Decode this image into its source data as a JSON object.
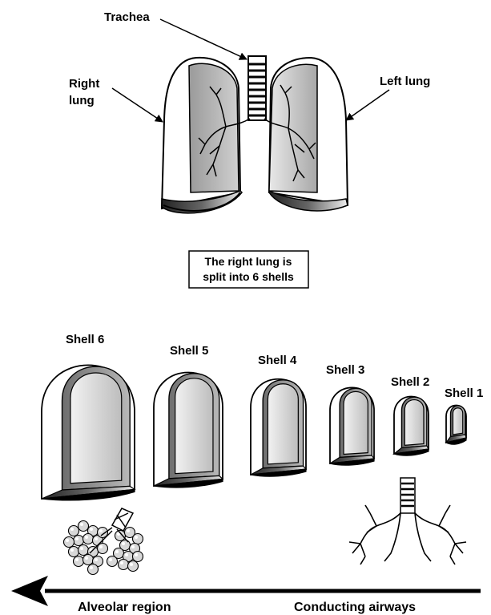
{
  "labels": {
    "trachea": "Trachea",
    "right_lung": [
      "Right",
      "lung"
    ],
    "left_lung": "Left lung"
  },
  "caption": [
    "The right lung is",
    "split into 6 shells"
  ],
  "shells": [
    {
      "name": "Shell 6"
    },
    {
      "name": "Shell 5"
    },
    {
      "name": "Shell 4"
    },
    {
      "name": "Shell 3"
    },
    {
      "name": "Shell 2"
    },
    {
      "name": "Shell 1"
    }
  ],
  "regions": {
    "alveolar": "Alveolar region",
    "conducting": "Conducting airways"
  },
  "colors": {
    "dark_fill": "#8a8a8a",
    "mid_fill": "#c8c8c8",
    "light_fill": "#e6e6e6"
  }
}
